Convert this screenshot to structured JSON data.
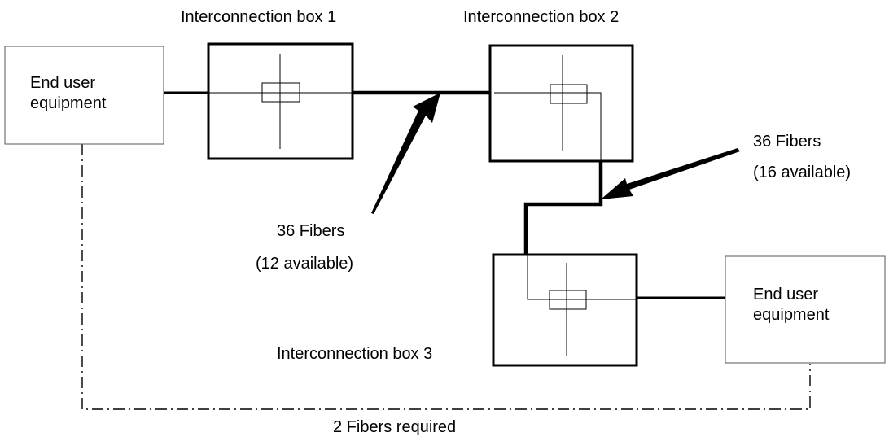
{
  "colors": {
    "ink": "#000000",
    "background": "#ffffff",
    "thin_box_border": "#555555"
  },
  "boxes": {
    "box1": {
      "label": "Interconnection box 1"
    },
    "box2": {
      "label": "Interconnection box 2"
    },
    "box3": {
      "label": "Interconnection box 3"
    }
  },
  "equipment": {
    "left": {
      "line1": "End user",
      "line2": "equipment"
    },
    "right": {
      "line1": "End user",
      "line2": "equipment"
    }
  },
  "callouts": {
    "cable_a": {
      "line1": "36 Fibers",
      "line2": "(12 available)"
    },
    "cable_b": {
      "line1": "36 Fibers",
      "line2": "(16 available)"
    }
  },
  "requirement": {
    "label": "2 Fibers required"
  }
}
